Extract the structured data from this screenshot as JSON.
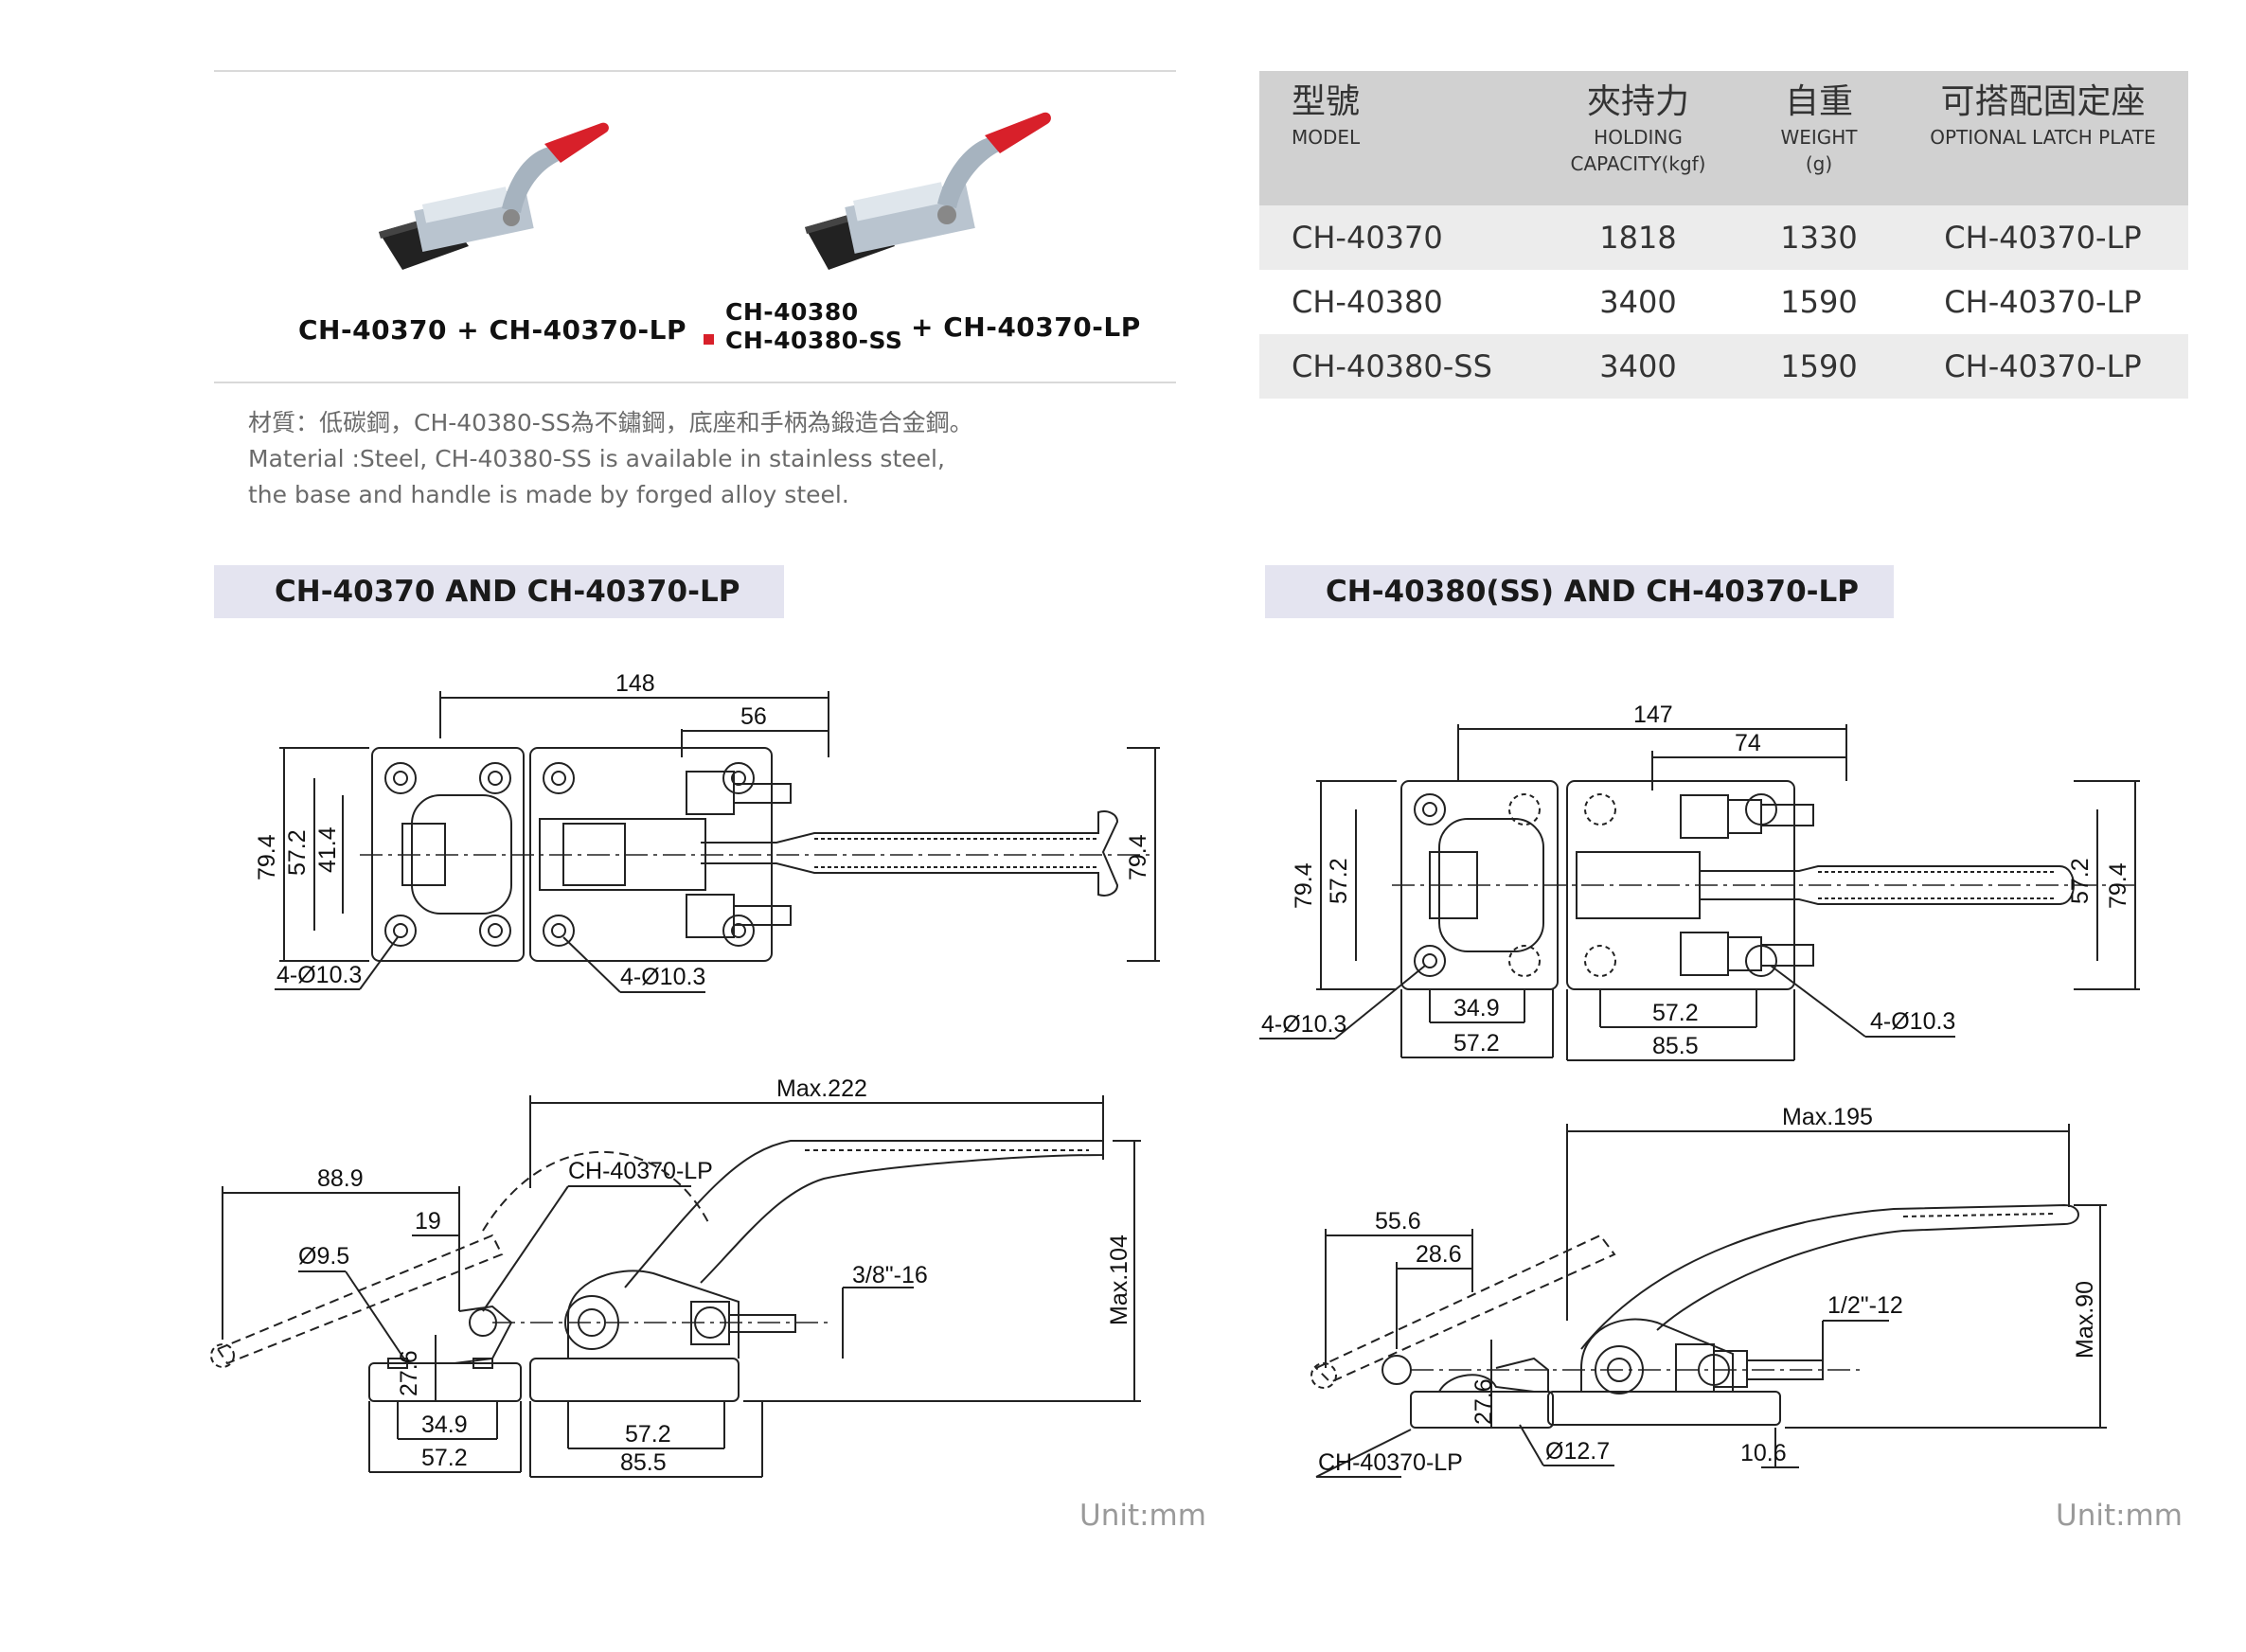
{
  "products": {
    "caption_left": "CH-40370 + CH-40370-LP",
    "caption_mid_1": "CH-40380",
    "caption_mid_2": "CH-40380-SS",
    "caption_right": "+ CH-40370-LP",
    "marker_color": "#d8202a"
  },
  "material": {
    "zh": "材質：低碳鋼，CH-40380-SS為不鏽鋼，底座和手柄為鍛造合金鋼。",
    "en_1": "Material :Steel, CH-40380-SS is available in stainless steel,",
    "en_2": "the base and handle is made by forged alloy steel."
  },
  "table": {
    "headers": [
      {
        "zh": "型號",
        "en": "MODEL",
        "en2": ""
      },
      {
        "zh": "夾持力",
        "en": "HOLDING",
        "en2": "CAPACITY(kgf)"
      },
      {
        "zh": "自重",
        "en": "WEIGHT",
        "en2": "(g)"
      },
      {
        "zh": "可搭配固定座",
        "en": "OPTIONAL LATCH PLATE",
        "en2": ""
      }
    ],
    "rows": [
      {
        "model": "CH-40370",
        "capacity": "1818",
        "weight": "1330",
        "plate": "CH-40370-LP"
      },
      {
        "model": "CH-40380",
        "capacity": "3400",
        "weight": "1590",
        "plate": "CH-40370-LP"
      },
      {
        "model": "CH-40380-SS",
        "capacity": "3400",
        "weight": "1590",
        "plate": "CH-40370-LP"
      }
    ]
  },
  "sections": {
    "left_title": "CH-40370 AND CH-40370-LP",
    "right_title": "CH-40380(SS) AND CH-40370-LP",
    "unit": "Unit:mm"
  },
  "dims_left_top": {
    "d148": "148",
    "d56": "56",
    "d794a": "79.4",
    "d572": "57.2",
    "d414": "41.4",
    "d794b": "79.4",
    "holes1": "4-Ø10.3",
    "holes2": "4-Ø10.3"
  },
  "dims_left_side": {
    "max222": "Max.222",
    "lp": "CH-40370-LP",
    "d889": "88.9",
    "d19": "19",
    "d95": "Ø9.5",
    "thread": "3/8\"-16",
    "max104": "Max.104",
    "d276": "27.6",
    "d349": "34.9",
    "d572": "57.2",
    "d572b": "57.2",
    "d855": "85.5"
  },
  "dims_right_top": {
    "d147": "147",
    "d74": "74",
    "d794a": "79.4",
    "d572a": "57.2",
    "d572b": "57.2",
    "d794b": "79.4",
    "holes1": "4-Ø10.3",
    "holes2": "4-Ø10.3",
    "d349": "34.9",
    "d572c": "57.2",
    "d572d": "57.2",
    "d855": "85.5"
  },
  "dims_right_side": {
    "max195": "Max.195",
    "d556": "55.6",
    "d286": "28.6",
    "thread": "1/2\"-12",
    "max90": "Max.90",
    "d276": "27.6",
    "lp": "CH-40370-LP",
    "d127": "Ø12.7",
    "d106": "10.6"
  },
  "colors": {
    "handle_red": "#d8202a",
    "band": "#e4e4f0",
    "table_header": "#d1d1d1",
    "table_alt": "#ececec"
  }
}
